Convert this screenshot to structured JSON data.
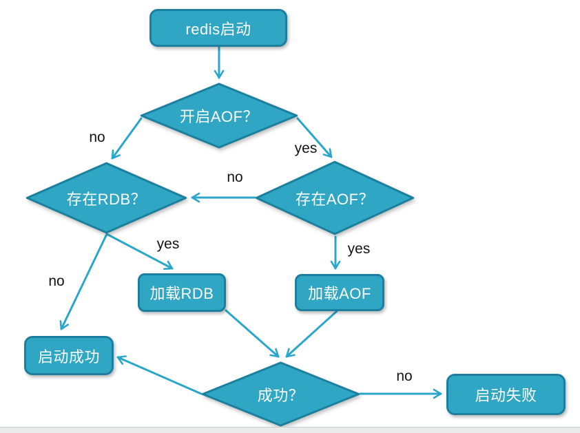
{
  "diagram": {
    "type": "flowchart",
    "topic": "redis startup RDB/AOF loading flow",
    "nodes": {
      "start": {
        "label": "redis启动",
        "shape": "rounded-rect"
      },
      "enable_aof": {
        "label": "开启AOF？",
        "shape": "diamond"
      },
      "rdb_exists": {
        "label": "存在RDB？",
        "shape": "diamond"
      },
      "aof_exists": {
        "label": "存在AOF？",
        "shape": "diamond"
      },
      "load_rdb": {
        "label": "加载RDB",
        "shape": "rounded-rect"
      },
      "load_aof": {
        "label": "加载AOF",
        "shape": "rounded-rect"
      },
      "start_success": {
        "label": "启动成功",
        "shape": "rounded-rect"
      },
      "success": {
        "label": "成功？",
        "shape": "diamond"
      },
      "start_fail": {
        "label": "启动失败",
        "shape": "rounded-rect"
      }
    },
    "edges": [
      {
        "from": "start",
        "to": "enable_aof",
        "label": ""
      },
      {
        "from": "enable_aof",
        "to": "rdb_exists",
        "label": "no"
      },
      {
        "from": "enable_aof",
        "to": "aof_exists",
        "label": "yes"
      },
      {
        "from": "aof_exists",
        "to": "rdb_exists",
        "label": "no"
      },
      {
        "from": "rdb_exists",
        "to": "load_rdb",
        "label": "yes"
      },
      {
        "from": "rdb_exists",
        "to": "start_success",
        "label": "no"
      },
      {
        "from": "aof_exists",
        "to": "load_aof",
        "label": "yes"
      },
      {
        "from": "load_rdb",
        "to": "success",
        "label": ""
      },
      {
        "from": "load_aof",
        "to": "success",
        "label": ""
      },
      {
        "from": "success",
        "to": "start_success",
        "label": ""
      },
      {
        "from": "success",
        "to": "start_fail",
        "label": "no"
      }
    ],
    "colors": {
      "shape_fill": "#2fa7c4",
      "shape_border": "#1c7f9e",
      "shape_text": "#ffffff",
      "arrow": "#29a6c9",
      "label_text": "#141414",
      "page_bg": "#ffffff",
      "footer_band": "#eaeaea",
      "footer_line": "#c7ccd1"
    }
  }
}
